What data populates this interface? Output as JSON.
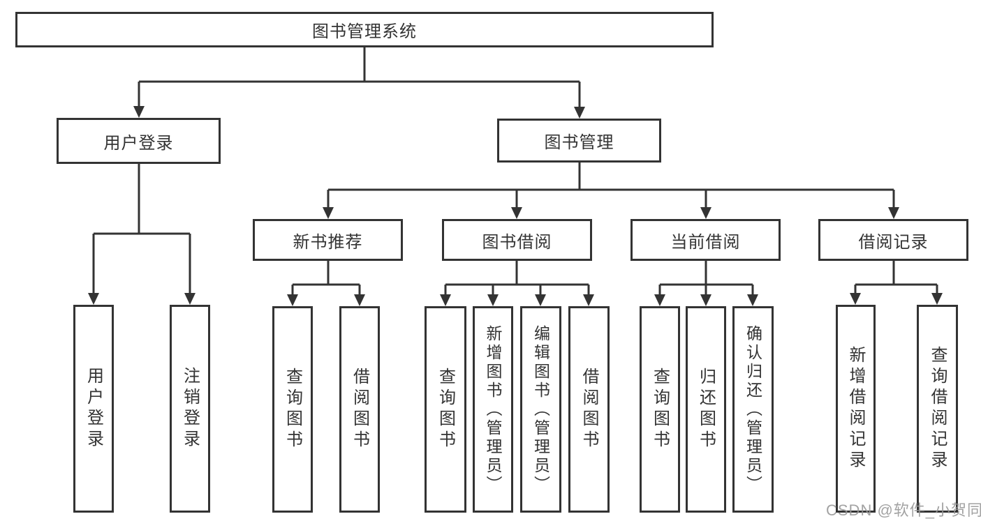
{
  "diagram": {
    "root": {
      "label": "图书管理系统",
      "children": [
        {
          "label": "用户登录",
          "children": [
            {
              "label": "用户登录"
            },
            {
              "label": "注销登录"
            }
          ]
        },
        {
          "label": "图书管理",
          "children": [
            {
              "label": "新书推荐",
              "children": [
                {
                  "label": "查询图书"
                },
                {
                  "label": "借阅图书"
                }
              ]
            },
            {
              "label": "图书借阅",
              "children": [
                {
                  "label": "查询图书"
                },
                {
                  "label": "新增图书（管理员）"
                },
                {
                  "label": "编辑图书（管理员）"
                },
                {
                  "label": "借阅图书"
                }
              ]
            },
            {
              "label": "当前借阅",
              "children": [
                {
                  "label": "查询图书"
                },
                {
                  "label": "归还图书"
                },
                {
                  "label": "确认归还（管理员）"
                }
              ]
            },
            {
              "label": "借阅记录",
              "children": [
                {
                  "label": "新增借阅记录"
                },
                {
                  "label": "查询借阅记录"
                }
              ]
            }
          ]
        }
      ]
    },
    "watermark": "CSDN @软件_小贺同学",
    "colors": {
      "line": "#333333",
      "text": "#333333",
      "background": "#ffffff",
      "watermark": "#969696"
    }
  }
}
